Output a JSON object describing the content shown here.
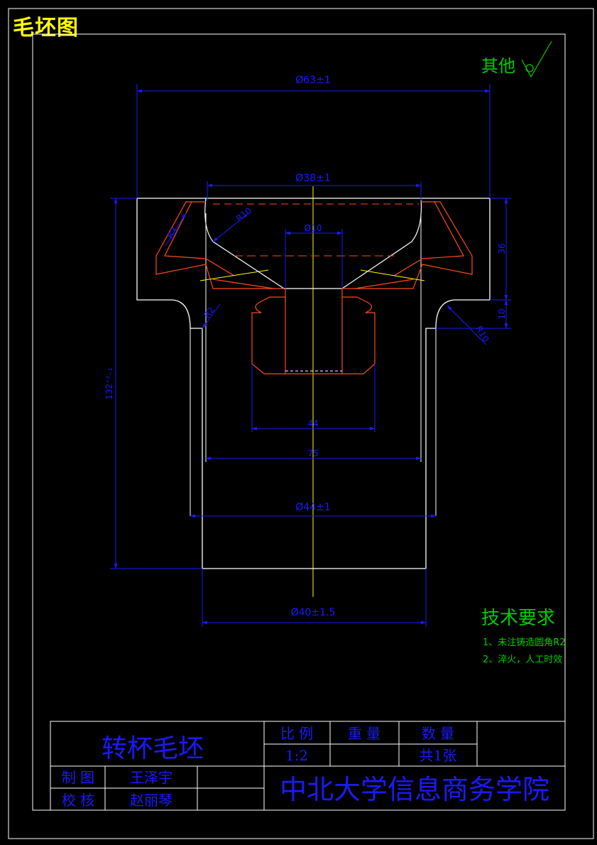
{
  "header": {
    "title": "毛坯图"
  },
  "surface_symbol": {
    "label": "其他"
  },
  "dimensions": {
    "d63": "Ø63±1",
    "d38": "Ø38±1",
    "d10": "Ø10",
    "d44": "Ø44±1",
    "d40": "Ø40±1.5",
    "len132": "132⁺²₋₁",
    "h36": "36",
    "h10": "10",
    "r10_left": "R10",
    "r10_right": "R10",
    "r2": "R2",
    "r3": "R3",
    "w44": "44",
    "w75": "75"
  },
  "tech_requirements": {
    "title": "技术要求",
    "items": [
      "1、未注铸造圆角R2",
      "2、淬火，人工时效"
    ]
  },
  "title_block": {
    "part_name": "转杯毛坯",
    "scale_label": "比 例",
    "weight_label": "重 量",
    "quantity_label": "数 量",
    "scale_value": "1:2",
    "weight_value": "",
    "quantity_value": "共1张",
    "drawn_label": "制 图",
    "drawn_by": "王泽宇",
    "checked_label": "校 核",
    "checked_by": "赵丽琴",
    "institution": "中北大学信息商务学院"
  },
  "colors": {
    "background": "#000000",
    "outline": "#ffffff",
    "dimension": "#1a1aff",
    "part_detail": "#ff4a1a",
    "centerline": "#ffff00",
    "notes": "#00cc00",
    "title": "#ffff00"
  }
}
